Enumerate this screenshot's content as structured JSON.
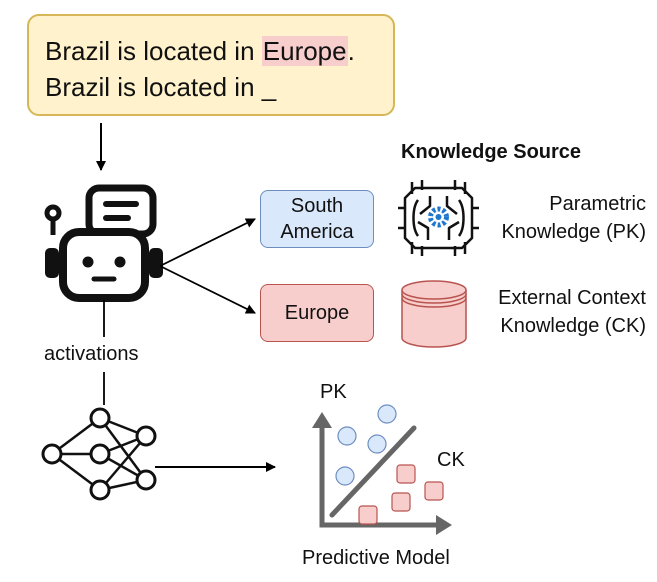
{
  "prompt": {
    "line1_before": "Brazil is located in ",
    "line1_highlight": "Europe",
    "line1_after": ".",
    "line2": "Brazil is located in _"
  },
  "knowledge_source": {
    "title": "Knowledge Source",
    "parametric_line1": "Parametric",
    "parametric_line2": "Knowledge (PK)",
    "external_line1": "External Context",
    "external_line2": "Knowledge (CK)"
  },
  "answers": {
    "south_america_line1": "South",
    "south_america_line2": "America",
    "europe": "Europe"
  },
  "activations_label": "activations",
  "predictive_model": {
    "title": "Predictive Model",
    "pk_label": "PK",
    "ck_label": "CK"
  },
  "colors": {
    "prompt_fill": "#fff2cc",
    "prompt_border": "#d6b656",
    "blue_fill": "#dae8fc",
    "blue_border": "#6c8ebf",
    "red_fill": "#f8cecc",
    "red_border": "#b85450",
    "axis_gray": "#666666",
    "gear_blue": "#1f77d0"
  },
  "icons": [
    "robot-icon",
    "chip-brain-icon",
    "database-icon",
    "neural-network-icon"
  ]
}
